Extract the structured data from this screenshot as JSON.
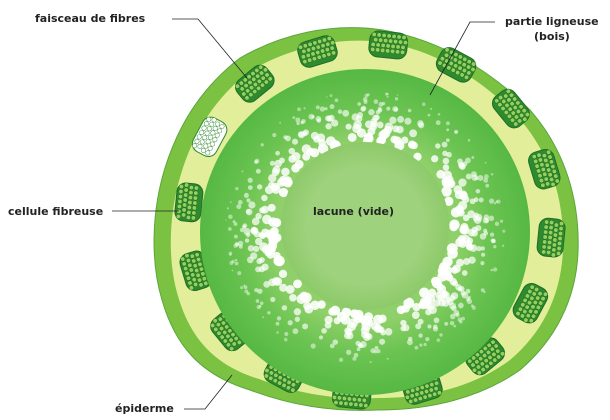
{
  "labels": {
    "fiber_bundle": "faisceau de fibres",
    "woody_part_line1": "partie ligneuse",
    "woody_part_line2": "(bois)",
    "fibrous_cell": "cellule fibreuse",
    "lacuna": "lacune (vide)",
    "epidermis": "épiderme"
  },
  "colors": {
    "epidermis": "#7cc242",
    "cortex": "#e2ee9a",
    "wood": "#5bbb44",
    "lacuna": "#9ed27c",
    "bundle": "#2e8a2e",
    "bundle_cell": "#96cf5e",
    "pore": "#ffffff",
    "highlighted_bundle": "#ffffff"
  }
}
